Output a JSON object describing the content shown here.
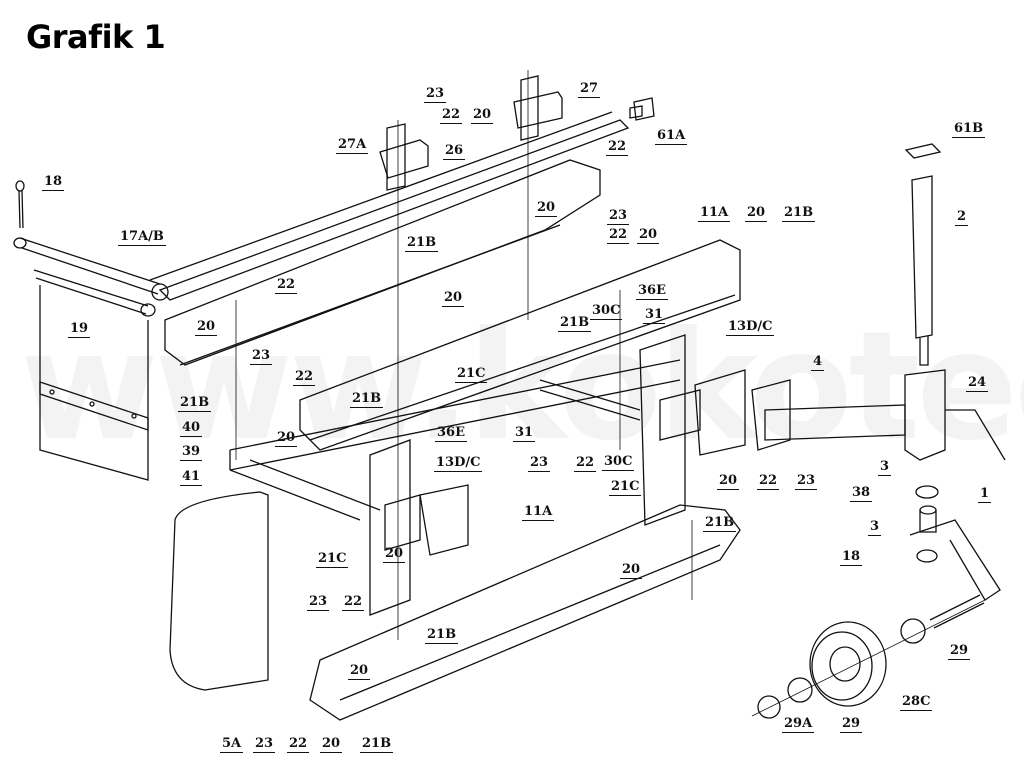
{
  "title": "Grafik 1",
  "watermark": "www.kokotech.de",
  "colors": {
    "ink": "#111111",
    "background": "#ffffff"
  },
  "labels": [
    {
      "id": "18-top",
      "text": "18"
    },
    {
      "id": "17ab",
      "text": "17A/B"
    },
    {
      "id": "19",
      "text": "19"
    },
    {
      "id": "40",
      "text": "40"
    },
    {
      "id": "39",
      "text": "39"
    },
    {
      "id": "41",
      "text": "41"
    },
    {
      "id": "21b-left",
      "text": "21B"
    },
    {
      "id": "20-left",
      "text": "20"
    },
    {
      "id": "22-left",
      "text": "22"
    },
    {
      "id": "23-mid",
      "text": "23"
    },
    {
      "id": "22-mid",
      "text": "22"
    },
    {
      "id": "20-mid",
      "text": "20"
    },
    {
      "id": "21b-mid",
      "text": "21B"
    },
    {
      "id": "21c-mid",
      "text": "21C"
    },
    {
      "id": "27a",
      "text": "27A"
    },
    {
      "id": "23-top",
      "text": "23"
    },
    {
      "id": "22-top",
      "text": "22"
    },
    {
      "id": "20-top",
      "text": "20"
    },
    {
      "id": "26",
      "text": "26"
    },
    {
      "id": "27",
      "text": "27"
    },
    {
      "id": "61a",
      "text": "61A"
    },
    {
      "id": "22-rail",
      "text": "22"
    },
    {
      "id": "20-rail",
      "text": "20"
    },
    {
      "id": "21b-upper",
      "text": "21B"
    },
    {
      "id": "20-upper",
      "text": "20"
    },
    {
      "id": "23-right",
      "text": "23"
    },
    {
      "id": "22-right",
      "text": "22"
    },
    {
      "id": "20-right",
      "text": "20"
    },
    {
      "id": "11a-top",
      "text": "11A"
    },
    {
      "id": "20-far",
      "text": "20"
    },
    {
      "id": "21b-far",
      "text": "21B"
    },
    {
      "id": "36e-top",
      "text": "36E"
    },
    {
      "id": "30c-top",
      "text": "30C"
    },
    {
      "id": "31-top",
      "text": "31"
    },
    {
      "id": "21b-center",
      "text": "21B"
    },
    {
      "id": "13dc-right",
      "text": "13D/C"
    },
    {
      "id": "36e-mid",
      "text": "36E"
    },
    {
      "id": "31-mid",
      "text": "31"
    },
    {
      "id": "13dc-left",
      "text": "13D/C"
    },
    {
      "id": "30c-bottom",
      "text": "30C"
    },
    {
      "id": "21c-right",
      "text": "21C"
    },
    {
      "id": "23-low",
      "text": "23"
    },
    {
      "id": "22-low",
      "text": "22"
    },
    {
      "id": "11a-low",
      "text": "11A"
    },
    {
      "id": "21b-low",
      "text": "21B"
    },
    {
      "id": "20-low",
      "text": "20"
    },
    {
      "id": "20-arm",
      "text": "20"
    },
    {
      "id": "22-arm",
      "text": "22"
    },
    {
      "id": "23-arm",
      "text": "23"
    },
    {
      "id": "21c-left",
      "text": "21C"
    },
    {
      "id": "20-plate",
      "text": "20"
    },
    {
      "id": "23-bot",
      "text": "23"
    },
    {
      "id": "22-bot",
      "text": "22"
    },
    {
      "id": "21b-bot",
      "text": "21B"
    },
    {
      "id": "20-bot",
      "text": "20"
    },
    {
      "id": "5a",
      "text": "5A"
    },
    {
      "id": "23-bottom",
      "text": "23"
    },
    {
      "id": "22-bottom",
      "text": "22"
    },
    {
      "id": "20-bottom",
      "text": "20"
    },
    {
      "id": "21b-bottom",
      "text": "21B"
    },
    {
      "id": "61b",
      "text": "61B"
    },
    {
      "id": "2",
      "text": "2"
    },
    {
      "id": "4",
      "text": "4"
    },
    {
      "id": "24",
      "text": "24"
    },
    {
      "id": "3-top",
      "text": "3"
    },
    {
      "id": "38",
      "text": "38"
    },
    {
      "id": "1",
      "text": "1"
    },
    {
      "id": "3-bottom",
      "text": "3"
    },
    {
      "id": "18-right",
      "text": "18"
    },
    {
      "id": "29-right",
      "text": "29"
    },
    {
      "id": "28c",
      "text": "28C"
    },
    {
      "id": "29-left",
      "text": "29"
    },
    {
      "id": "29a",
      "text": "29A"
    }
  ]
}
